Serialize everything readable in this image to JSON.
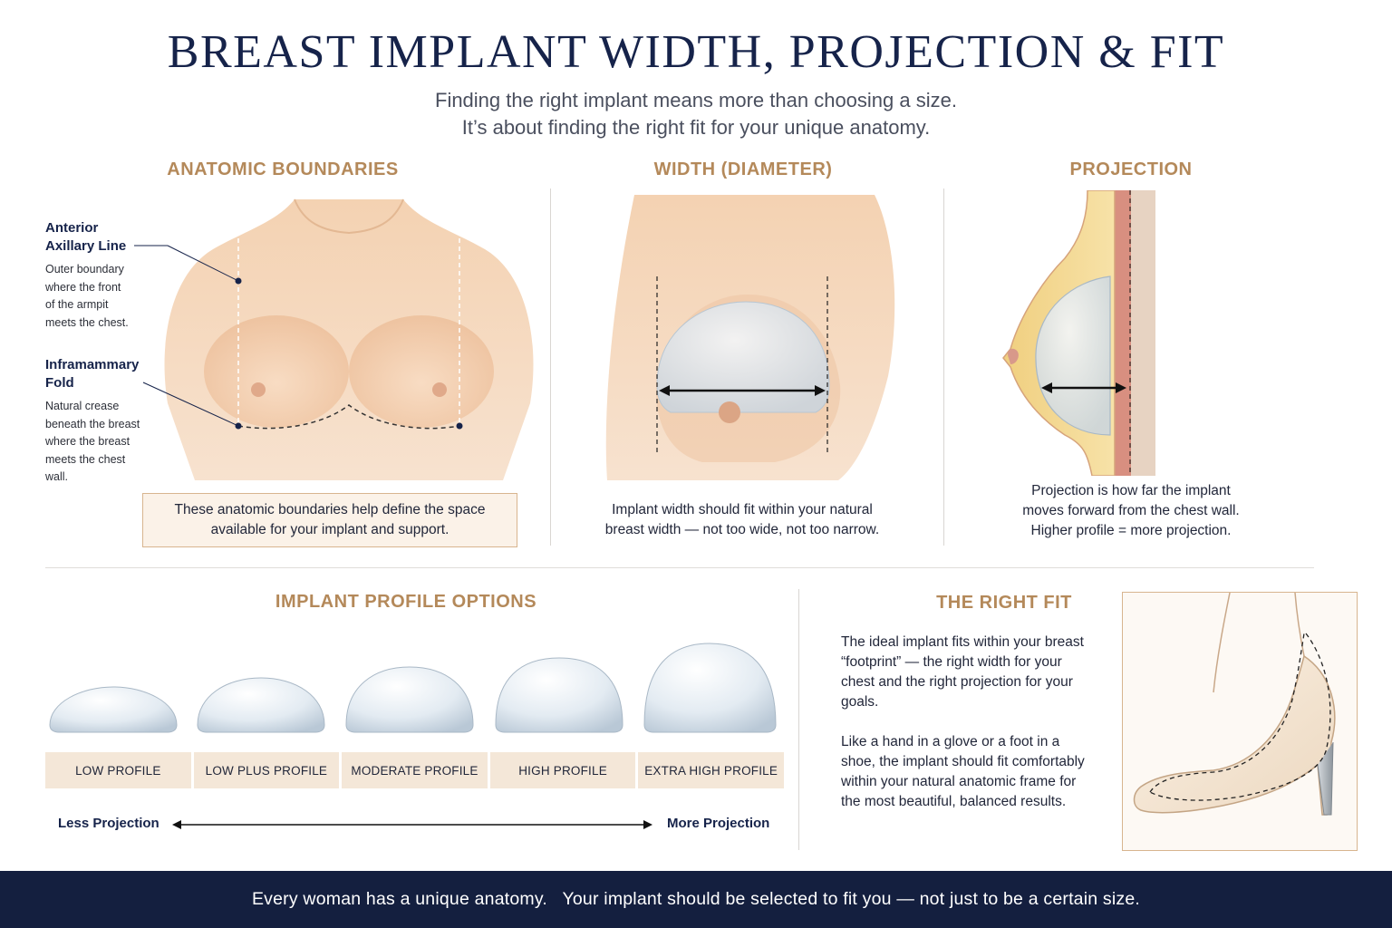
{
  "header": {
    "title": "BREAST IMPLANT WIDTH, PROJECTION & FIT",
    "subtitle_line1": "Finding the right implant means more than choosing a size.",
    "subtitle_line2": "It’s about finding the right fit for your unique anatomy."
  },
  "anatomic": {
    "heading": "ANATOMIC BOUNDARIES",
    "axillary_title_1": "Anterior",
    "axillary_title_2": "Axillary Line",
    "axillary_desc": [
      "Outer boundary",
      "where the front",
      "of the armpit",
      "meets the chest."
    ],
    "imf_title_1": "Inframammary",
    "imf_title_2": "Fold",
    "imf_desc": [
      "Natural crease",
      "beneath the breast",
      "where the breast",
      "meets the chest",
      "wall."
    ],
    "note_line1": "These anatomic boundaries help define the space",
    "note_line2": "available for your implant and support."
  },
  "width": {
    "heading": "WIDTH (DIAMETER)",
    "caption_line1": "Implant width should fit within your natural",
    "caption_line2": "breast width — not too wide, not too narrow."
  },
  "projection": {
    "heading": "PROJECTION",
    "caption_line1": "Projection is how far the implant",
    "caption_line2": "moves forward from the chest wall.",
    "caption_line3": "Higher profile = more projection."
  },
  "profiles": {
    "heading": "IMPLANT PROFILE OPTIONS",
    "labels": [
      "LOW PROFILE",
      "LOW PLUS PROFILE",
      "MODERATE PROFILE",
      "HIGH PROFILE",
      "EXTRA HIGH PROFILE"
    ],
    "less": "Less Projection",
    "more": "More Projection"
  },
  "fit": {
    "heading": "THE RIGHT FIT",
    "para1": "The ideal implant fits within your breast “footprint” — the right width for your chest and the right projection for your goals.",
    "para2": "Like a hand in a glove or a foot in a shoe, the implant should fit comfortably within your natural anatomic frame for the most beautiful, balanced results."
  },
  "footer": {
    "text": "Every woman has a unique anatomy.   Your implant should be selected to fit you — not just to be a certain size."
  },
  "colors": {
    "navy": "#16234a",
    "gold": "#b4895a",
    "skin": "#f2cfae",
    "implant": "#dfe8f0"
  }
}
